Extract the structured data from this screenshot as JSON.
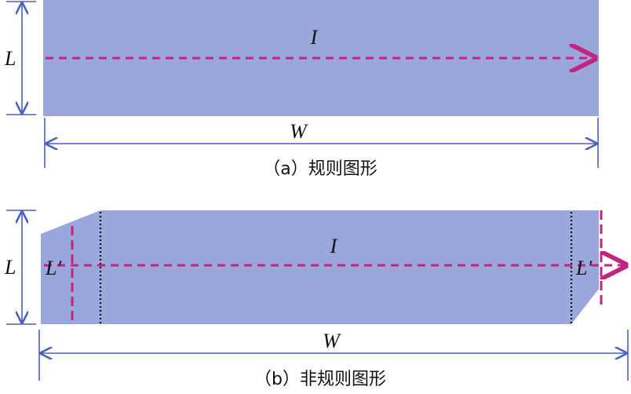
{
  "colors": {
    "fill": "#9aa7dc",
    "current": "#c2247f",
    "dimension": "#4a5fc6",
    "boundary": "#111111"
  },
  "panel_a": {
    "current_label": "I",
    "height_label": "L",
    "width_label": "W",
    "caption": "（a）规则图形"
  },
  "panel_b": {
    "current_label": "I",
    "height_label": "L",
    "width_label": "W",
    "left_extra_label": "L′",
    "right_extra_label": "L′",
    "caption": "（b）非规则图形"
  }
}
